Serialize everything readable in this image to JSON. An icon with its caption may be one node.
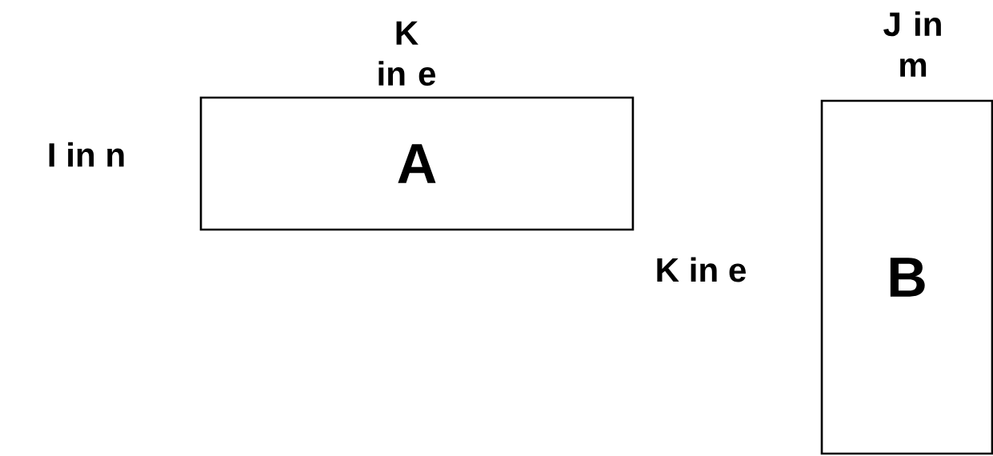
{
  "diagram": {
    "nodes": [
      {
        "text": [
          "A"
        ],
        "beside": [
          "K in e",
          "I in n"
        ]
      },
      {
        "text": [
          "B"
        ],
        "beside": [
          "J in m"
        ]
      }
    ],
    "labels": [
      "K in e"
    ]
  }
}
